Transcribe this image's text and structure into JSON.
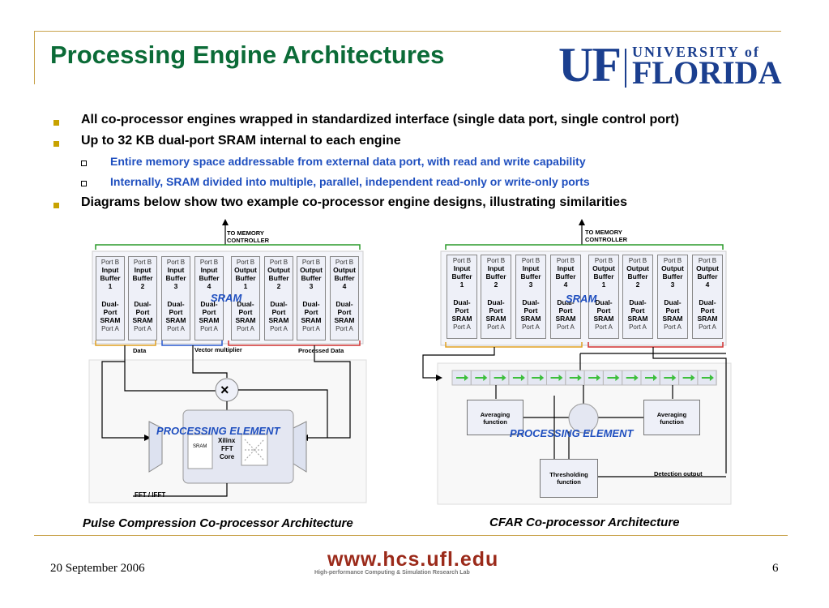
{
  "header": {
    "title": "Processing Engine Architectures",
    "logo_uf": "UF",
    "logo_university": "UNIVERSITY of",
    "logo_florida": "FLORIDA"
  },
  "bullets": [
    {
      "level": 1,
      "text": "All co-processor engines wrapped in standardized interface (single data port, single control port)"
    },
    {
      "level": 1,
      "text": "Up to 32 KB dual-port SRAM internal to each engine"
    },
    {
      "level": 2,
      "text": "Entire memory space addressable from external data port, with read and write capability"
    },
    {
      "level": 2,
      "text": "Internally, SRAM divided into multiple, parallel, independent read-only or write-only ports"
    },
    {
      "level": 1,
      "text": "Diagrams below show two example co-processor engine designs, illustrating similarities"
    }
  ],
  "diagram_common": {
    "to_memory": "TO MEMORY",
    "controller": "CONTROLLER",
    "sram_label": "SRAM",
    "pe_label": "PROCESSING ELEMENT",
    "port_b": "Port B",
    "port_a": "Port A",
    "dual": "Dual-",
    "port": "Port",
    "sram": "SRAM",
    "buffers": [
      {
        "l1": "Input",
        "l2": "Buffer",
        "n": "1"
      },
      {
        "l1": "Input",
        "l2": "Buffer",
        "n": "2"
      },
      {
        "l1": "Input",
        "l2": "Buffer",
        "n": "3"
      },
      {
        "l1": "Input",
        "l2": "Buffer",
        "n": "4"
      },
      {
        "l1": "Output",
        "l2": "Buffer",
        "n": "1"
      },
      {
        "l1": "Output",
        "l2": "Buffer",
        "n": "2"
      },
      {
        "l1": "Output",
        "l2": "Buffer",
        "n": "3"
      },
      {
        "l1": "Output",
        "l2": "Buffer",
        "n": "4"
      }
    ]
  },
  "left_diagram": {
    "data_label": "Data",
    "vector_label": "Vector multiplier",
    "processed_label": "Processed Data",
    "xilinx": "Xilinx",
    "fft": "FFT",
    "core": "Core",
    "sram_small": "SRAM",
    "fft_ifft": "FFT / IFFT",
    "multiply": "×"
  },
  "right_diagram": {
    "avg_left": "Averaging function",
    "avg_right": "Averaging function",
    "threshold": "Thresholding function",
    "detection": "Detection output"
  },
  "captions": {
    "left": "Pulse Compression Co-processor Architecture",
    "right": "CFAR Co-processor Architecture"
  },
  "footer": {
    "date": "20 September 2006",
    "url": "www.hcs.ufl.edu",
    "lab": "High-performance Computing & Simulation Research Lab",
    "page": "6"
  }
}
